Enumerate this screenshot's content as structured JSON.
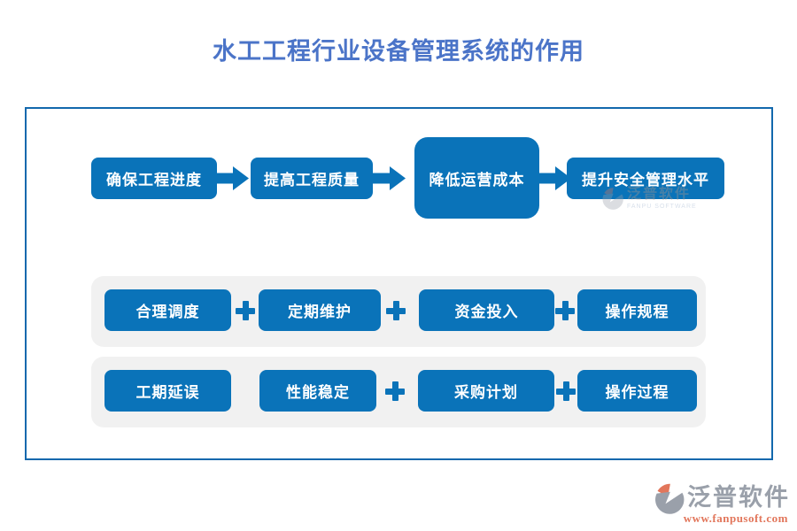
{
  "title": "水工工程行业设备管理系统的作用",
  "flow": {
    "steps": [
      {
        "label": "确保工程进度",
        "emphasis": false
      },
      {
        "label": "提高工程质量",
        "emphasis": false
      },
      {
        "label": "降低运营成本",
        "emphasis": true
      },
      {
        "label": "提升安全管理水平",
        "emphasis": false
      }
    ]
  },
  "measures_row": {
    "items": [
      "合理调度",
      "定期维护",
      "资金投入",
      "操作规程"
    ]
  },
  "issues_row": {
    "items": [
      "工期延误",
      "性能稳定",
      "采购计划",
      "操作过程"
    ]
  },
  "watermark": {
    "name": "泛普软件",
    "subtitle": "FANPU SOFTWARE"
  },
  "logo": {
    "name": "泛普软件",
    "url": "www.fanpusoft.com"
  },
  "icons": {
    "arrow": "arrow-right-icon: blue block arrow between flow steps",
    "plus": "plus-icon: heavy blue cross between items",
    "logo_mark": "fanpu-logo-icon: gray/orange swoosh badge"
  },
  "colors": {
    "button_blue": "#0a73b9",
    "title_blue": "#4b74c8",
    "frame_border_blue": "#1268ad",
    "panel_gray": "#f1f1f1",
    "logo_gray": "#9aa0aa",
    "logo_orange": "#e2765b"
  }
}
